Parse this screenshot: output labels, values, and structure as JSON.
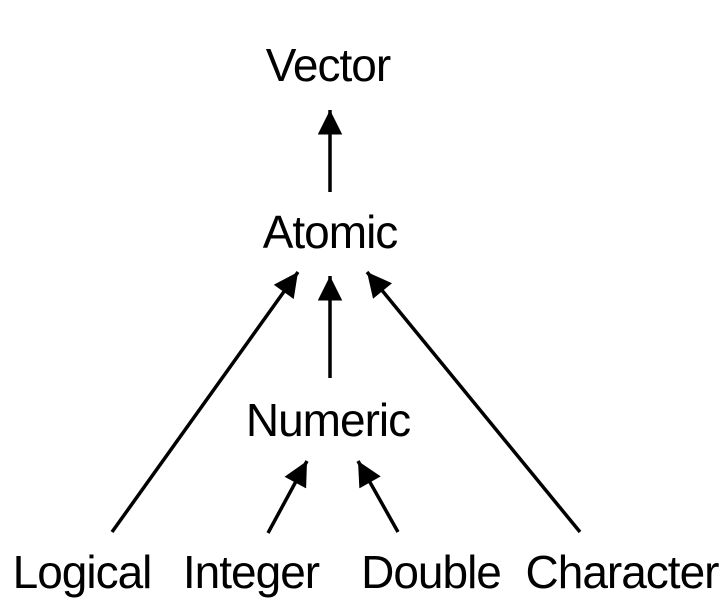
{
  "diagram": {
    "description": "Type hierarchy diagram with upward inheritance arrows",
    "background_color": "#ffffff",
    "text_color": "#000000",
    "line_color": "#000000",
    "nodes": [
      {
        "id": "vector",
        "label": "Vector"
      },
      {
        "id": "atomic",
        "label": "Atomic"
      },
      {
        "id": "numeric",
        "label": "Numeric"
      },
      {
        "id": "logical",
        "label": "Logical"
      },
      {
        "id": "integer",
        "label": "Integer"
      },
      {
        "id": "double",
        "label": "Double"
      },
      {
        "id": "character",
        "label": "Character"
      }
    ],
    "edges": [
      {
        "from": "Atomic",
        "to": "Vector"
      },
      {
        "from": "Numeric",
        "to": "Atomic"
      },
      {
        "from": "Logical",
        "to": "Atomic"
      },
      {
        "from": "Character",
        "to": "Atomic"
      },
      {
        "from": "Integer",
        "to": "Numeric"
      },
      {
        "from": "Double",
        "to": "Numeric"
      }
    ]
  }
}
